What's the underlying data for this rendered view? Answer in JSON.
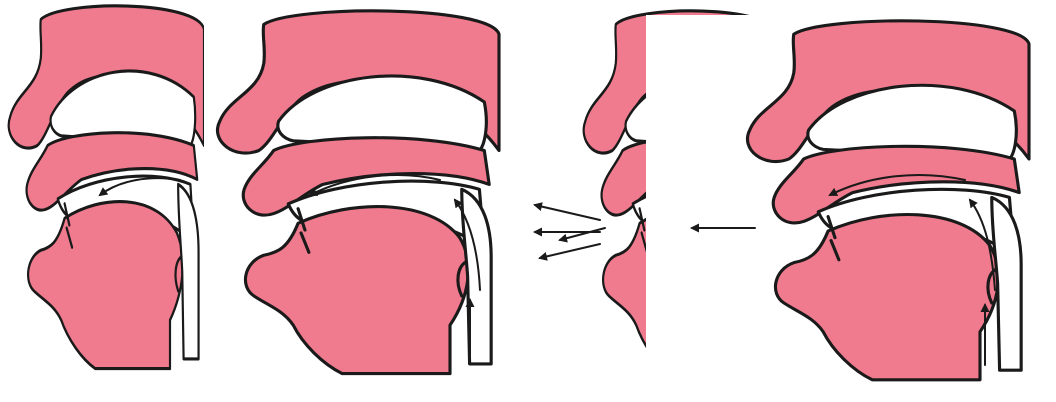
{
  "figure": {
    "panel_count": 4,
    "colors": {
      "tissue": "#f07b8e",
      "outline": "#1a1a1a",
      "background": "#ffffff"
    },
    "panels": [
      {
        "id": "panel-1",
        "airflow": "nasal-and-oral",
        "lips": "open"
      },
      {
        "id": "panel-2",
        "airflow": "oral",
        "lips": "open"
      },
      {
        "id": "panel-3",
        "airflow": "oral-burst",
        "lips": "released",
        "external_arrows": 4
      },
      {
        "id": "panel-4",
        "airflow": "oral",
        "lips": "open",
        "external_arrows": 1
      }
    ]
  }
}
